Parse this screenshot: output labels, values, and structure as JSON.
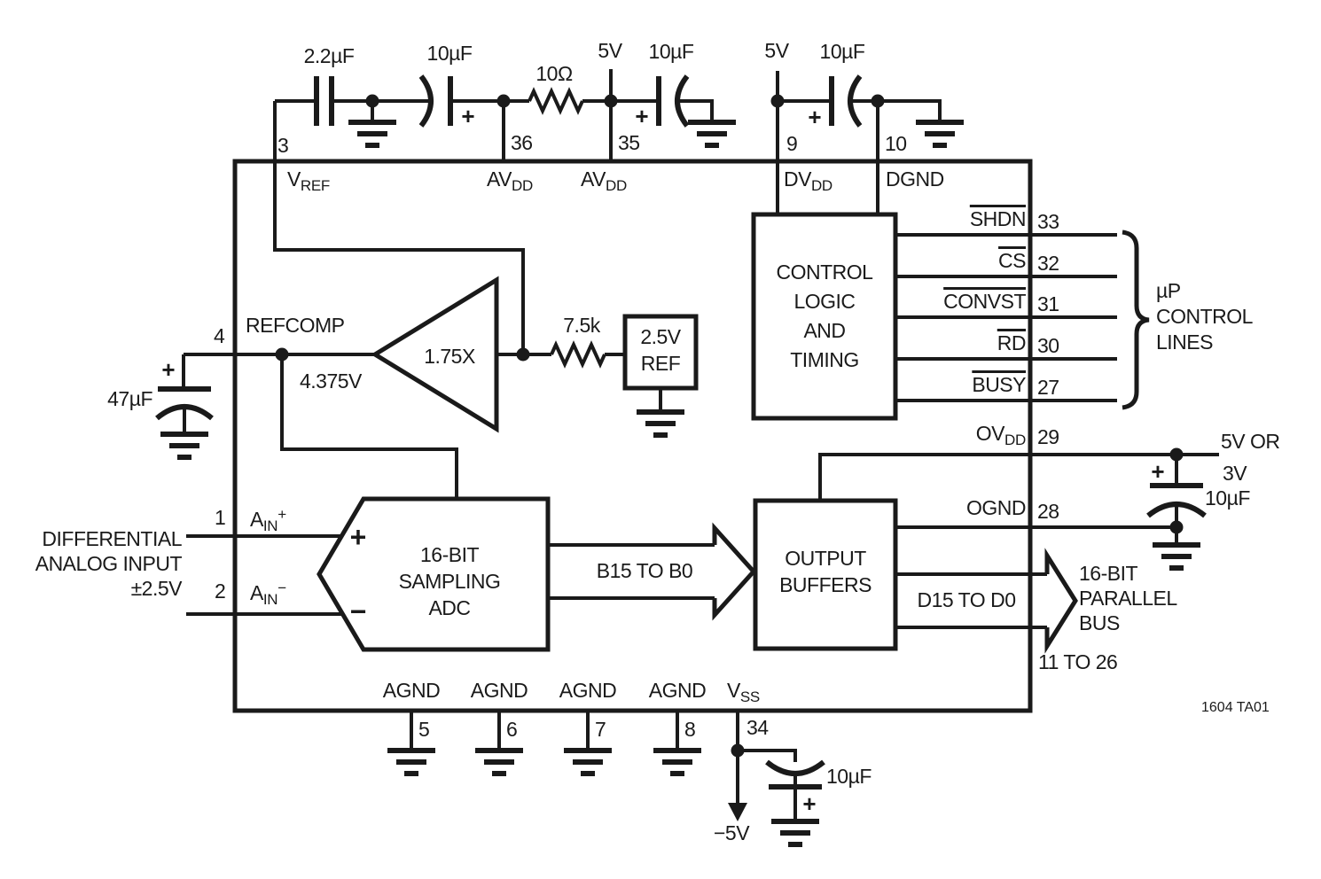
{
  "colors": {
    "ink": "#1a1a1a",
    "bg": "#ffffff"
  },
  "top_rail": {
    "cap1_label": "2.2µF",
    "cap2_label": "10µF",
    "cap2_plus": "+",
    "res1_label": "10Ω",
    "supply_avdd": "5V",
    "cap3_label": "10µF",
    "cap3_plus": "+",
    "supply_dvdd": "5V",
    "cap4_label": "10µF",
    "cap4_plus": "+"
  },
  "top_pins": {
    "p3_num": "3",
    "p3_main": "V",
    "p3_sub": "REF",
    "p36_num": "36",
    "p36_main": "AV",
    "p36_sub": "DD",
    "p35_num": "35",
    "p35_main": "AV",
    "p35_sub": "DD",
    "p9_num": "9",
    "p9_main": "DV",
    "p9_sub": "DD",
    "p10_num": "10",
    "p10_name": "DGND"
  },
  "control_block": {
    "line1": "CONTROL",
    "line2": "LOGIC",
    "line3": "AND",
    "line4": "TIMING"
  },
  "control_lines": [
    {
      "label": "SHDN",
      "pin": "33"
    },
    {
      "label": "CS",
      "pin": "32"
    },
    {
      "label": "CONVST",
      "pin": "31"
    },
    {
      "label": "RD",
      "pin": "30"
    },
    {
      "label": "BUSY",
      "pin": "27"
    }
  ],
  "brace": {
    "line1": "µP",
    "line2": "CONTROL",
    "line3": "LINES"
  },
  "reference": {
    "p4_num": "4",
    "refcomp": "REFCOMP",
    "voltage": "4.375V",
    "cap_label": "47µF",
    "cap_plus": "+",
    "amp_gain": "1.75X",
    "res_label": "7.5k",
    "refbox_line1": "2.5V",
    "refbox_line2": "REF"
  },
  "analog_input": {
    "line1": "DIFFERENTIAL",
    "line2": "ANALOG INPUT",
    "line3": "±2.5V",
    "p1_num": "1",
    "p1_main": "A",
    "p1_sub": "IN",
    "p1_sup": "+",
    "p2_num": "2",
    "p2_main": "A",
    "p2_sub": "IN",
    "p2_sup": "−"
  },
  "adc": {
    "line1": "16-BIT",
    "line2": "SAMPLING",
    "line3": "ADC",
    "plus": "+",
    "minus": "−",
    "bus_label": "B15 TO B0"
  },
  "buffers": {
    "line1": "OUTPUT",
    "line2": "BUFFERS"
  },
  "output_side": {
    "ovdd_main": "OV",
    "ovdd_sub": "DD",
    "p29_num": "29",
    "ognd": "OGND",
    "p28_num": "28",
    "supply_line1": "5V OR",
    "supply_line2": "3V",
    "cap_label": "10µF",
    "cap_plus": "+",
    "dbus_label": "D15 TO D0",
    "bus_line1": "16-BIT",
    "bus_line2": "PARALLEL",
    "bus_line3": "BUS",
    "pin_range": "11 TO 26"
  },
  "bottom_pins": {
    "agnd": [
      {
        "label": "AGND",
        "num": "5"
      },
      {
        "label": "AGND",
        "num": "6"
      },
      {
        "label": "AGND",
        "num": "7"
      },
      {
        "label": "AGND",
        "num": "8"
      }
    ],
    "vss_main": "V",
    "vss_sub": "SS",
    "p34_num": "34",
    "neg_supply": "−5V",
    "cap_label": "10µF",
    "cap_plus": "+"
  },
  "footer": {
    "doc_id": "1604 TA01"
  }
}
